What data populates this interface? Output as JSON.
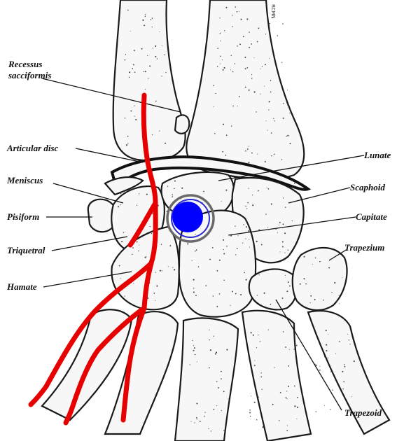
{
  "labels": {
    "recessus_line1": "Recessus",
    "recessus_line2": "sacciformis",
    "articular_disc": "Articular disc",
    "meniscus": "Meniscus",
    "pisiform": "Pisiform",
    "triquetral": "Triquetral",
    "hamate": "Hamate",
    "lunate": "Lunate",
    "scaphoid": "Scaphoid",
    "capitate": "Capitate",
    "trapezium": "Trapezium",
    "trapezoid": "Trapezoid"
  },
  "signature": "RCMN",
  "colors": {
    "nerve": "#e60000",
    "marker_fill": "#0000ff",
    "marker_ring": "#6a6a6a",
    "ink": "#111111"
  }
}
